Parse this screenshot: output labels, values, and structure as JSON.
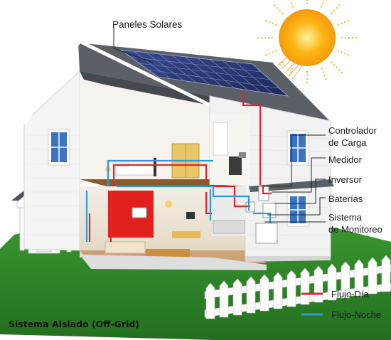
{
  "diagram": {
    "title": "Sistema Aislado (Off-Grid)",
    "labels": {
      "panels": "Paneles Solares",
      "controller_line1": "Controlador",
      "controller_line2": "de Carga",
      "meter": "Medidor",
      "inverter": "Inversor",
      "batteries": "Baterías",
      "monitoring_line1": "Sistema",
      "monitoring_line2": "de Monitoreo"
    },
    "legend": [
      {
        "label": "Flujo-Día",
        "color": "#e3262f"
      },
      {
        "label": "Flujo-Noche",
        "color": "#2a9ad8"
      }
    ],
    "colors": {
      "sun": "#fdb515",
      "roof": "#5b5f66",
      "solar_panel": "#2b3a78",
      "lawn": "#2f8a2a",
      "fence": "#ffffff",
      "accent_wall": "#e0201d",
      "floor": "#8a5a2b"
    }
  }
}
